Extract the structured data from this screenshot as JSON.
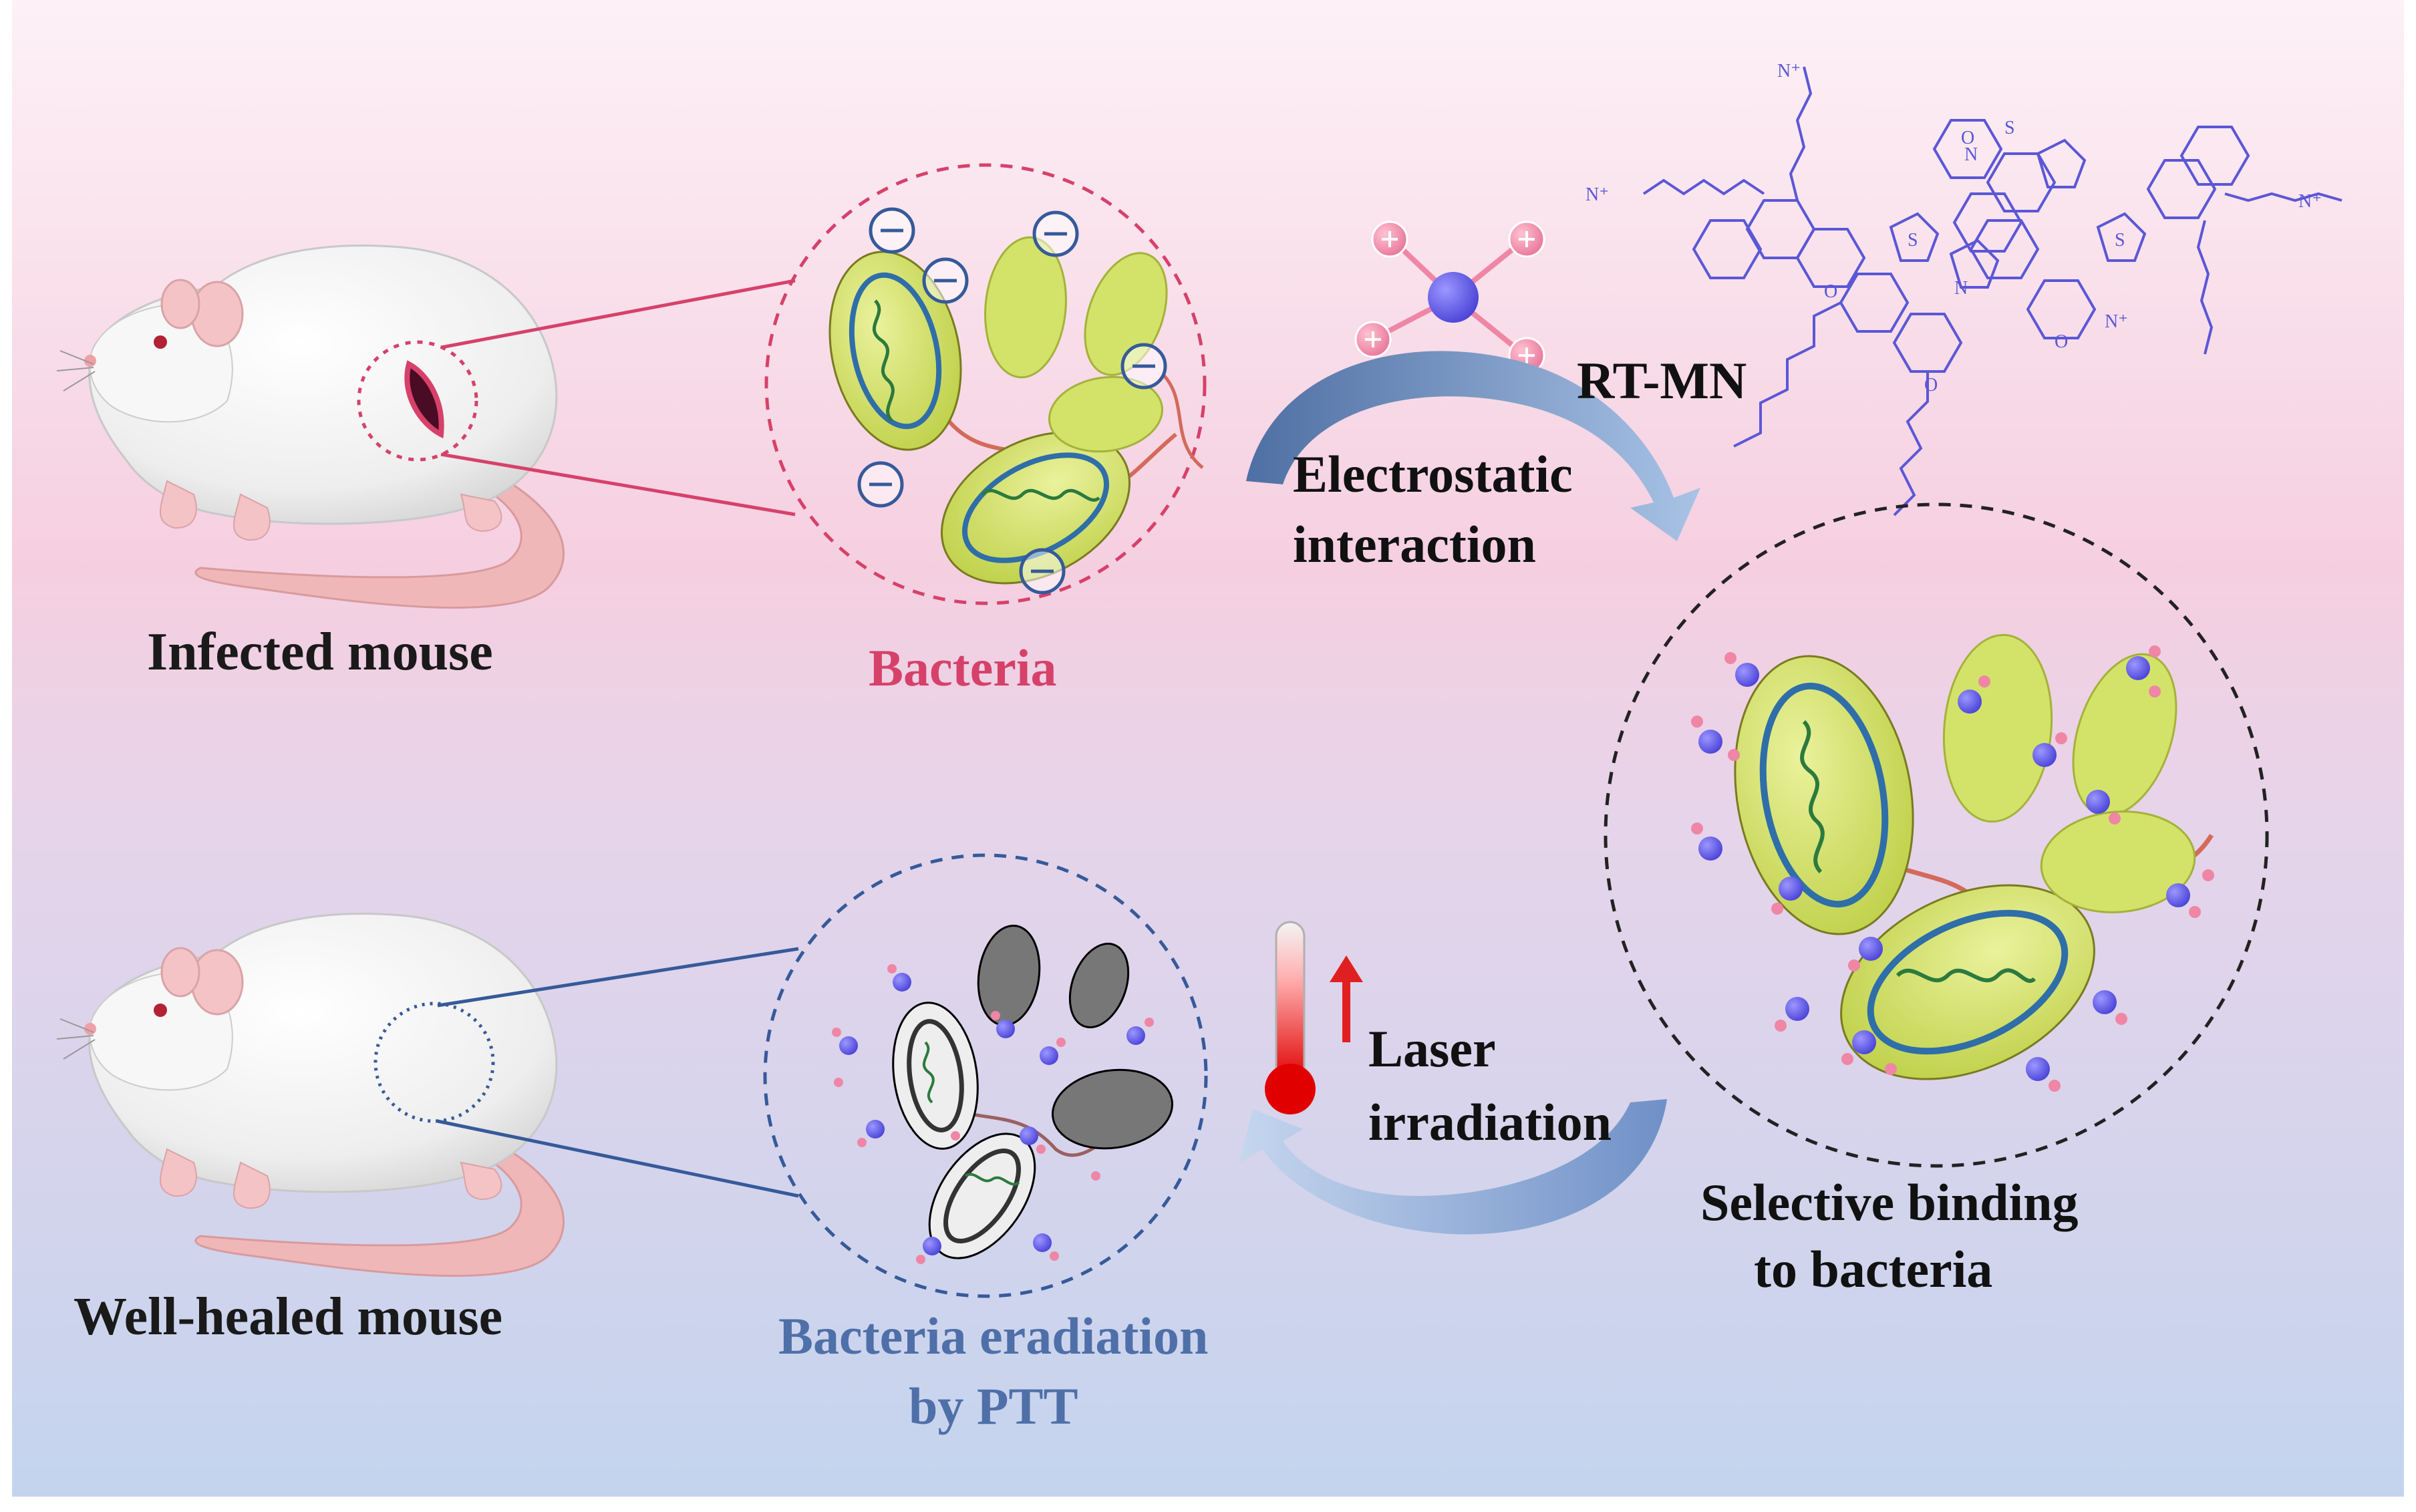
{
  "labels": {
    "infected_mouse": "Infected mouse",
    "bacteria": "Bacteria",
    "electrostatic_1": "Electrostatic",
    "electrostatic_2": "interaction",
    "rt_mn": "RT-MN",
    "selective_1": "Selective binding",
    "selective_2": "to bacteria",
    "laser_1": "Laser",
    "laser_2": "irradiation",
    "well_healed_mouse": "Well-healed mouse",
    "eradiation_1": "Bacteria eradiation",
    "eradiation_2": "by PTT"
  },
  "molecule_atoms": {
    "nitrogen": "N",
    "sulfur": "S",
    "oxygen": "O",
    "n_plus": "N⁺"
  },
  "colors": {
    "bg_top": "#fbe9f1",
    "bg_mid": "#f6d3e3",
    "bg_bottom": "#c9d8ee",
    "red_accent": "#d6416a",
    "blue_accent": "#4f6fa8",
    "bacteria_yellow": "#d3e36a",
    "molecule_purple": "#5b57d6",
    "arrow_blue": "#6f92c8",
    "cation_pink": "#ef86a5",
    "cation_core": "#6b63e8"
  }
}
